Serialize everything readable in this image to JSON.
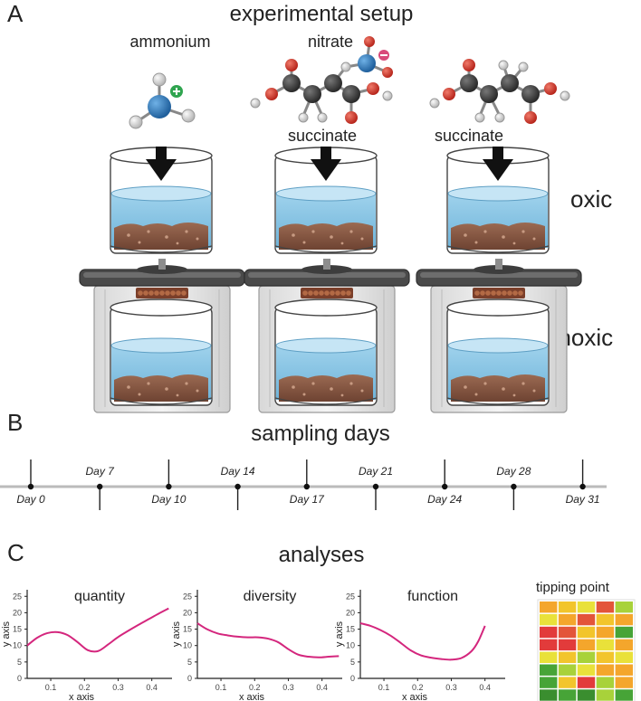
{
  "panel_a": {
    "letter": "A",
    "title": "experimental setup",
    "compounds": [
      "ammonium",
      "nitrate"
    ],
    "columns": [
      {
        "label": ""
      },
      {
        "label": "succinate"
      },
      {
        "label": "succinate"
      }
    ],
    "zones": {
      "upper": "oxic",
      "lower": "anoxic"
    }
  },
  "panel_b": {
    "letter": "B",
    "title": "sampling days",
    "days": [
      "Day 0",
      "Day 7",
      "Day 10",
      "Day 14",
      "Day 17",
      "Day 21",
      "Day 24",
      "Day 28",
      "Day 31"
    ]
  },
  "panel_c": {
    "letter": "C",
    "title": "analyses",
    "heatmap_title": "tipping point"
  },
  "chart_data": [
    {
      "type": "line",
      "title": "quantity",
      "xlabel": "x axis",
      "ylabel": "y axis",
      "xlim": [
        0.03,
        0.46
      ],
      "ylim": [
        0,
        27
      ],
      "xticks": [
        0.1,
        0.2,
        0.3,
        0.4
      ],
      "yticks": [
        0,
        5,
        10,
        15,
        20,
        25
      ],
      "x": [
        0.03,
        0.06,
        0.09,
        0.12,
        0.15,
        0.18,
        0.21,
        0.24,
        0.27,
        0.3,
        0.33,
        0.36,
        0.39,
        0.42,
        0.45
      ],
      "y": [
        10,
        12.4,
        13.8,
        14.1,
        13.2,
        11,
        8.6,
        8.3,
        10.3,
        12.6,
        14.5,
        16.3,
        18,
        19.7,
        21.3
      ]
    },
    {
      "type": "line",
      "title": "diversity",
      "xlabel": "x axis",
      "ylabel": "y axis",
      "xlim": [
        0.03,
        0.46
      ],
      "ylim": [
        0,
        27
      ],
      "xticks": [
        0.1,
        0.2,
        0.3,
        0.4
      ],
      "yticks": [
        0,
        5,
        10,
        15,
        20,
        25
      ],
      "x": [
        0.03,
        0.06,
        0.09,
        0.12,
        0.15,
        0.18,
        0.21,
        0.24,
        0.27,
        0.3,
        0.33,
        0.36,
        0.39,
        0.42,
        0.45
      ],
      "y": [
        16.8,
        14.9,
        13.7,
        13.1,
        12.7,
        12.5,
        12.5,
        12.1,
        11,
        8.9,
        7.2,
        6.6,
        6.4,
        6.6,
        6.8
      ]
    },
    {
      "type": "line",
      "title": "function",
      "xlabel": "x axis",
      "ylabel": "y axis",
      "xlim": [
        0.03,
        0.46
      ],
      "ylim": [
        0,
        27
      ],
      "xticks": [
        0.1,
        0.2,
        0.3,
        0.4
      ],
      "yticks": [
        0,
        5,
        10,
        15,
        20,
        25
      ],
      "x": [
        0.03,
        0.06,
        0.09,
        0.12,
        0.15,
        0.18,
        0.21,
        0.24,
        0.27,
        0.3,
        0.33,
        0.36,
        0.38,
        0.4
      ],
      "y": [
        16.8,
        16,
        14.7,
        13,
        10.8,
        8.5,
        7,
        6.3,
        5.9,
        5.7,
        6.2,
        8.3,
        11.3,
        16
      ]
    },
    {
      "type": "heatmap",
      "title": "tipping point",
      "rows": 8,
      "cols": 5,
      "colors": [
        [
          "#f4a62c",
          "#f2c52c",
          "#e9e13a",
          "#e3553a",
          "#a8d23a"
        ],
        [
          "#e9e13a",
          "#f4a62c",
          "#e3553a",
          "#f2c52c",
          "#f4a62c"
        ],
        [
          "#e23b3b",
          "#e3553a",
          "#f2c52c",
          "#f4a62c",
          "#47a437"
        ],
        [
          "#e23b3b",
          "#e23b3b",
          "#f4a62c",
          "#e9e13a",
          "#f4a62c"
        ],
        [
          "#e9e13a",
          "#f2c52c",
          "#a8d23a",
          "#f2c52c",
          "#e9e13a"
        ],
        [
          "#47a437",
          "#a8d23a",
          "#e9e13a",
          "#f4a62c",
          "#f4a62c"
        ],
        [
          "#47a437",
          "#f2c52c",
          "#e23b3b",
          "#a8d23a",
          "#f4a62c"
        ],
        [
          "#3a8e2f",
          "#47a437",
          "#3a8e2f",
          "#a8d23a",
          "#47a437"
        ]
      ]
    }
  ]
}
